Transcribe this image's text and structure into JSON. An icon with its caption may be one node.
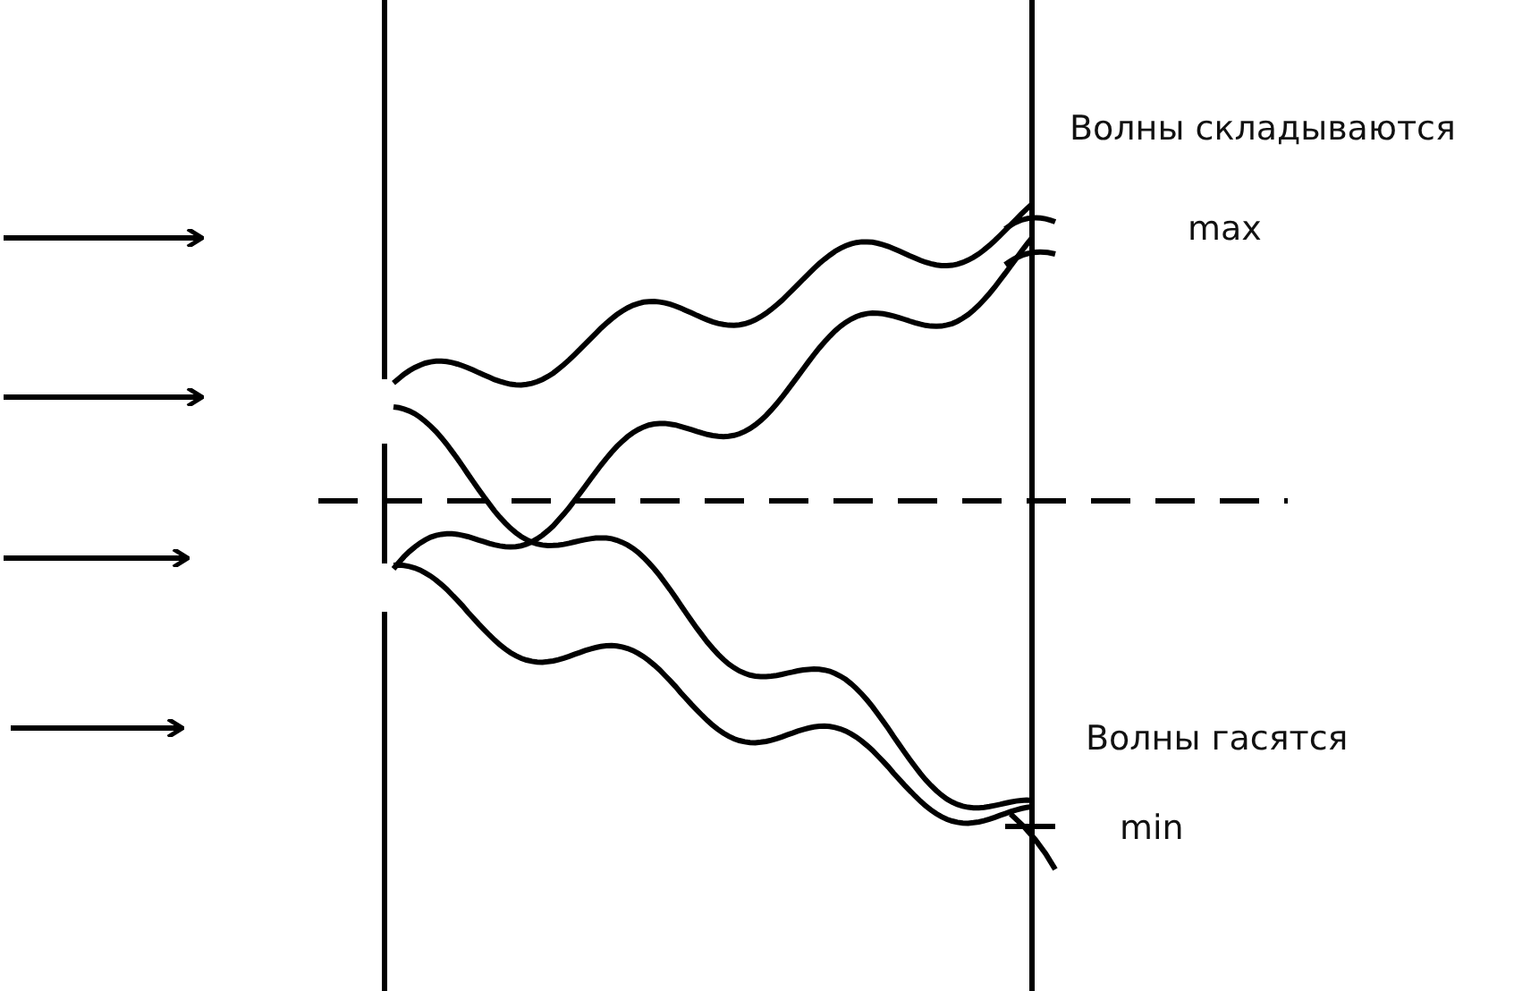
{
  "diagram": {
    "labels": [
      "Волны складываются",
      "max",
      "Волны гасятся",
      "min"
    ]
  }
}
